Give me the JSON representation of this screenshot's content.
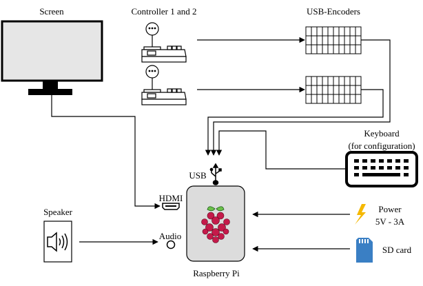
{
  "diagram": {
    "screen_label": "Screen",
    "controller_label": "Controller 1 and 2",
    "encoders_label": "USB-Encoders",
    "keyboard_label_line1": "Keyboard",
    "keyboard_label_line2": "(for configuration)",
    "usb_label": "USB",
    "hdmi_label": "HDMI",
    "audio_label": "Audio",
    "speaker_label": "Speaker",
    "power_label_line1": "Power",
    "power_label_line2": "5V - 3A",
    "sdcard_label": "SD card",
    "raspberry_label": "Raspberry Pi"
  },
  "icons": {
    "screen": "monitor-icon",
    "controller": "arcade-joystick-icon",
    "encoder": "usb-encoder-board-icon",
    "keyboard": "keyboard-icon",
    "usb": "usb-icon",
    "hdmi": "hdmi-port-icon",
    "audio": "audio-jack-icon",
    "speaker": "speaker-icon",
    "power": "lightning-icon",
    "sdcard": "sd-card-icon",
    "raspberry": "raspberry-logo-icon"
  },
  "colors": {
    "line": "#000000",
    "screen_fill": "#e6e6e6",
    "pi_fill": "#dcdcdc",
    "raspberry_red": "#c51a4a",
    "raspberry_leaf": "#6cc04a",
    "power_yellow": "#f5b800",
    "sdcard_blue": "#3a7fc4"
  }
}
